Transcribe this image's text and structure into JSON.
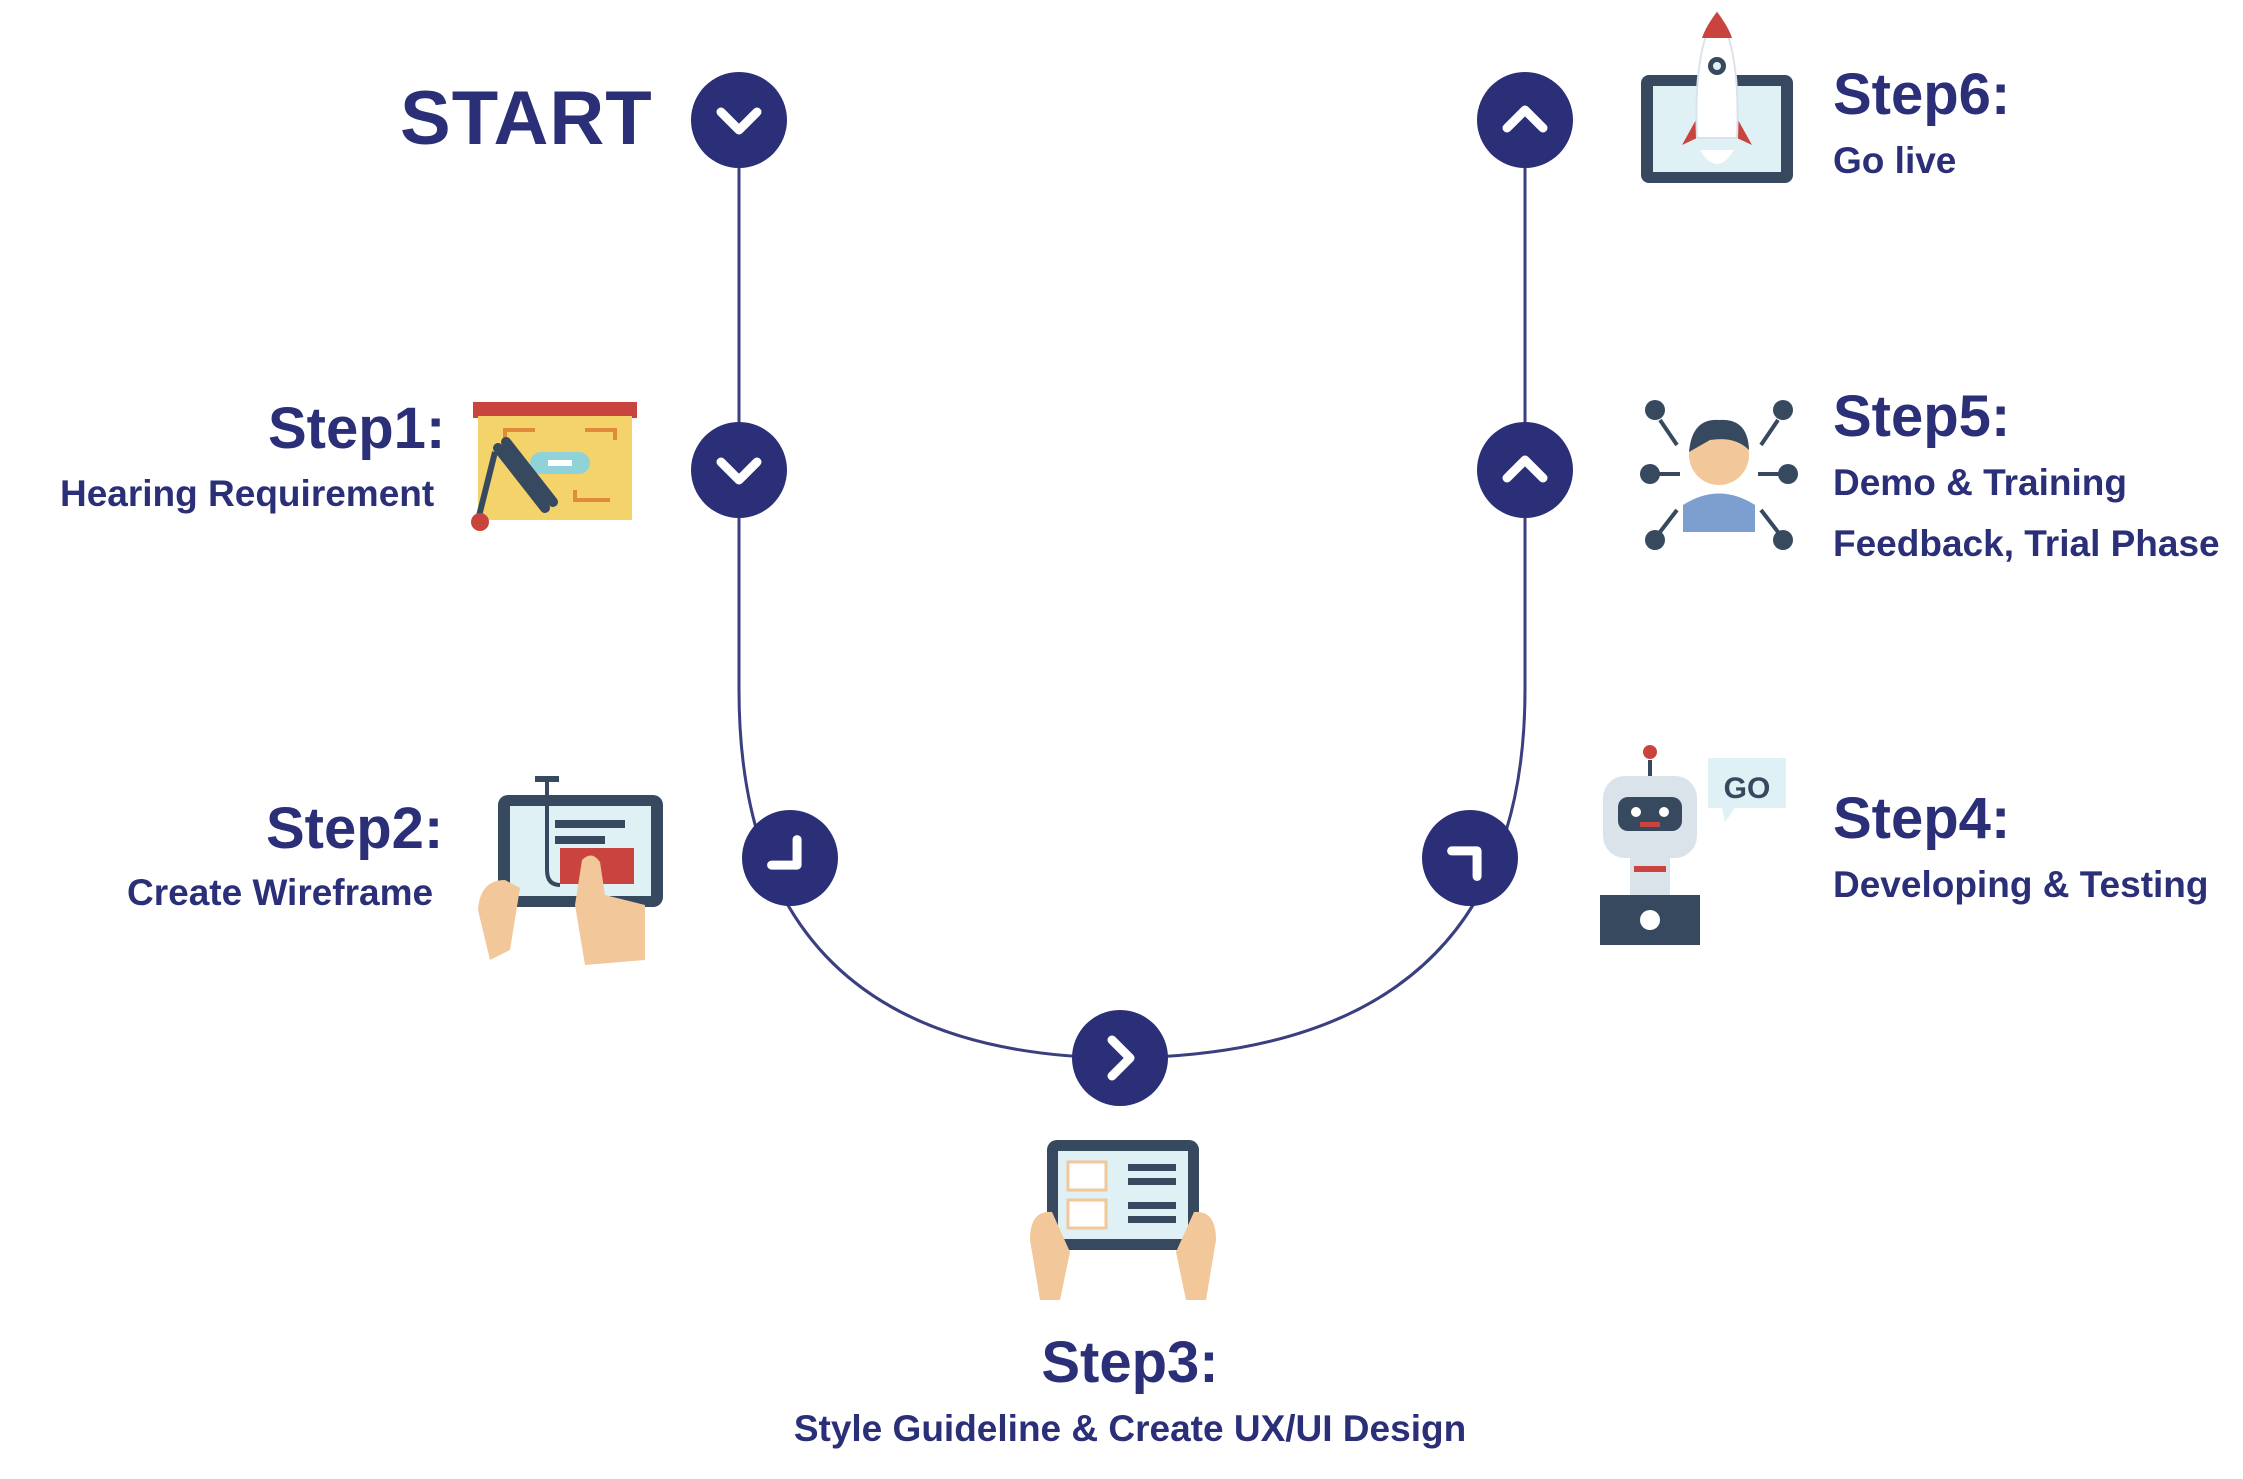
{
  "colors": {
    "navy": "#2a2f78",
    "line": "#3a3f80",
    "white": "#ffffff",
    "slate": "#36495e",
    "yellow": "#f5d36b",
    "red": "#c9433f",
    "skin": "#f2c79a",
    "teal": "#8fd3d8"
  },
  "start_label": "START",
  "steps": [
    {
      "title": "Step1:",
      "lines": [
        "Hearing Requirement"
      ],
      "icon": "planning-board-icon"
    },
    {
      "title": "Step2:",
      "lines": [
        "Create Wireframe"
      ],
      "icon": "wireframe-tablet-icon"
    },
    {
      "title": "Step3:",
      "lines": [
        "Style Guideline & Create UX/UI Design"
      ],
      "icon": "design-tablet-icon"
    },
    {
      "title": "Step4:",
      "lines": [
        "Developing & Testing"
      ],
      "icon": "robot-icon"
    },
    {
      "title": "Step5:",
      "lines": [
        "Demo & Training",
        "Feedback, Trial Phase"
      ],
      "icon": "presenter-network-icon"
    },
    {
      "title": "Step6:",
      "lines": [
        "Go live"
      ],
      "icon": "rocket-launch-icon"
    }
  ],
  "robot_bubble": "GO",
  "markers": [
    {
      "direction": "down"
    },
    {
      "direction": "down"
    },
    {
      "direction": "down-right"
    },
    {
      "direction": "right"
    },
    {
      "direction": "up-right"
    },
    {
      "direction": "up"
    },
    {
      "direction": "up"
    }
  ]
}
